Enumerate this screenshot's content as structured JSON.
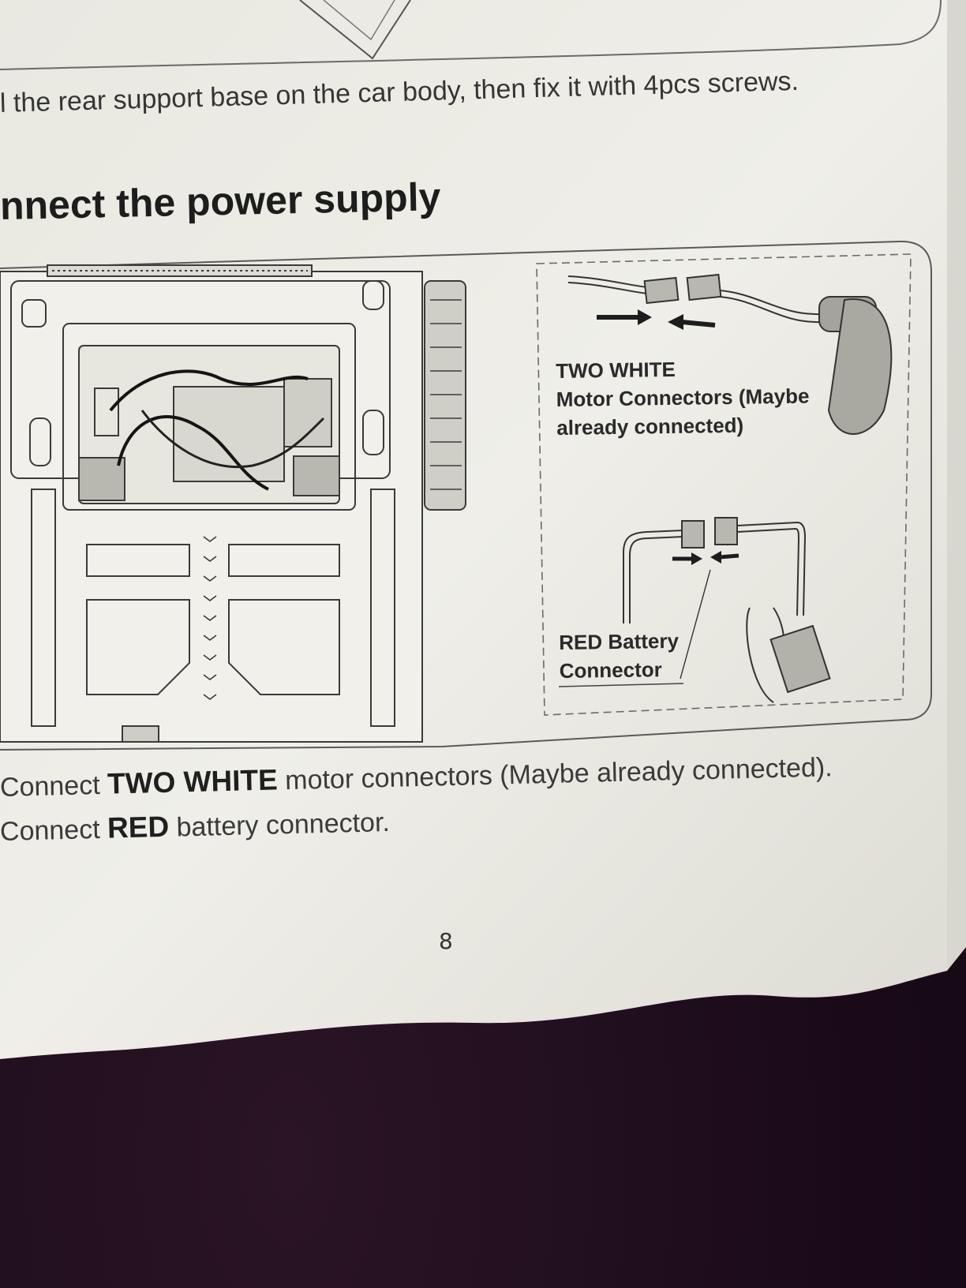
{
  "instruction_top": "l the rear support base on the car body, then fix it with 4pcs screws.",
  "section_heading": "nnect the power supply",
  "diagram": {
    "motor_label_line1": "TWO WHITE",
    "motor_label_line2": "Motor Connectors (Maybe",
    "motor_label_line3": "already connected)",
    "red_label_line1": "RED Battery",
    "red_label_line2": "Connector"
  },
  "steps": [
    {
      "prefix": "Connect ",
      "bold": "TWO WHITE",
      "suffix": " motor connectors (Maybe already connected)."
    },
    {
      "prefix": "Connect ",
      "bold": "RED",
      "suffix": " battery connector."
    }
  ],
  "page_number": "8",
  "colors": {
    "paper": "#ecebe4",
    "ink": "#2b2b2b",
    "backdrop": "#1e0d1c"
  }
}
